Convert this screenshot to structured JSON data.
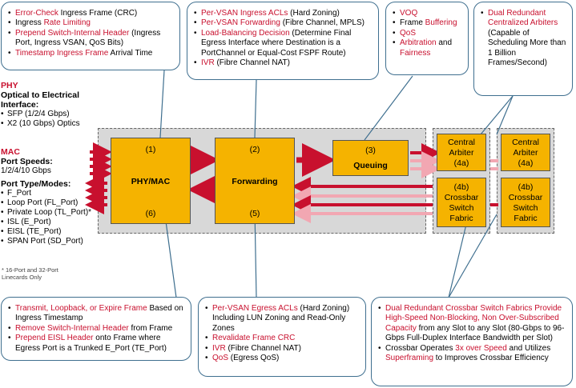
{
  "colors": {
    "accent_red": "#c8102e",
    "box_yellow": "#f5b300",
    "callout_border": "#3f6f8f",
    "grey_panel": "#d8d8d8"
  },
  "callouts": {
    "top1": [
      [
        {
          "t": "Error-Check",
          "r": true
        },
        {
          "t": " Ingress Frame (CRC)",
          "r": false
        }
      ],
      [
        {
          "t": "Ingress ",
          "r": false
        },
        {
          "t": "Rate Limiting",
          "r": true
        }
      ],
      [
        {
          "t": "Prepend Switch-Internal Header",
          "r": true
        },
        {
          "t": " (Ingress Port, Ingress VSAN, QoS Bits)",
          "r": false
        }
      ],
      [
        {
          "t": "Timestamp Ingress Frame",
          "r": true
        },
        {
          "t": " Arrival Time",
          "r": false
        }
      ]
    ],
    "top2": [
      [
        {
          "t": "Per-VSAN Ingress ACLs",
          "r": true
        },
        {
          "t": " (Hard Zoning)",
          "r": false
        }
      ],
      [
        {
          "t": "Per-VSAN Forwarding",
          "r": true
        },
        {
          "t": " (Fibre Channel, MPLS)",
          "r": false
        }
      ],
      [
        {
          "t": "Load-Balancing Decision",
          "r": true
        },
        {
          "t": " (Determine Final Egress Interface where Destination is a PortChannel or Equal-Cost FSPF Route)",
          "r": false
        }
      ],
      [
        {
          "t": "IVR",
          "r": true
        },
        {
          "t": " (Fibre Channel NAT)",
          "r": false
        }
      ]
    ],
    "top3": [
      [
        {
          "t": "VOQ",
          "r": true
        }
      ],
      [
        {
          "t": "Frame ",
          "r": false
        },
        {
          "t": "Buffering",
          "r": true
        }
      ],
      [
        {
          "t": "QoS",
          "r": true
        }
      ],
      [
        {
          "t": "Arbitration",
          "r": true
        },
        {
          "t": " and ",
          "r": false
        },
        {
          "t": "Fairness",
          "r": true
        }
      ]
    ],
    "top4": [
      [
        {
          "t": "Dual Redundant Centralized Arbiters",
          "r": true
        },
        {
          "t": " (Capable of Scheduling More than 1 Billion Frames/Second)",
          "r": false
        }
      ]
    ],
    "bottom1": [
      [
        {
          "t": "Transmit, Loopback, or Expire Frame",
          "r": true
        },
        {
          "t": " Based on Ingress Timestamp",
          "r": false
        }
      ],
      [
        {
          "t": "Remove Switch-Internal Header",
          "r": true
        },
        {
          "t": " from Frame",
          "r": false
        }
      ],
      [
        {
          "t": "Prepend EISL Header",
          "r": true
        },
        {
          "t": " onto Frame where Egress Port is a Trunked E_Port (TE_Port)",
          "r": false
        }
      ]
    ],
    "bottom2": [
      [
        {
          "t": "Per-VSAN Egress ACLs",
          "r": true
        },
        {
          "t": " (Hard Zoning) Including LUN Zoning and Read-Only Zones",
          "r": false
        }
      ],
      [
        {
          "t": "Revalidate Frame CRC",
          "r": true
        }
      ],
      [
        {
          "t": "IVR",
          "r": true
        },
        {
          "t": " (Fibre Channel NAT)",
          "r": false
        }
      ],
      [
        {
          "t": "QoS",
          "r": true
        },
        {
          "t": " (Egress QoS)",
          "r": false
        }
      ]
    ],
    "bottom3": [
      [
        {
          "t": "Dual Redundant Crossbar Switch Fabrics Provide High-Speed Non-Blocking, Non Over-Subscribed Capacity",
          "r": true
        },
        {
          "t": " from any Slot to any Slot (80-Gbps to 96-Gbps Full-Duplex Interface Bandwidth per Slot)",
          "r": false
        }
      ],
      [
        {
          "t": "Crossbar Operates ",
          "r": false
        },
        {
          "t": "3x over Speed",
          "r": true
        },
        {
          "t": " and Utilizes ",
          "r": false
        },
        {
          "t": "Superframing",
          "r": true
        },
        {
          "t": " to Improves Crossbar Efficiency",
          "r": false
        }
      ]
    ]
  },
  "left_text": {
    "phy_label": "PHY",
    "phy_desc": "Optical to Electrical Interface:",
    "phy_items": [
      "SFP (1/2/4 Gbps)",
      "X2 (10 Gbps) Optics"
    ],
    "mac_label": "MAC",
    "port_speeds_label": "Port Speeds:",
    "port_speeds_value": "1/2/4/10 Gbps",
    "port_types_label": "Port Type/Modes:",
    "port_types": [
      "F_Port",
      "Loop Port (FL_Port)",
      "Private Loop (TL_Port)*",
      "ISL (E_Port)",
      "EISL (TE_Port)",
      "SPAN Port (SD_Port)"
    ],
    "footnote": "* 16-Port and 32-Port Linecards Only"
  },
  "blocks": {
    "phymac": {
      "num_top": "(1)",
      "label": "PHY/MAC",
      "num_bottom": "(6)"
    },
    "forwarding": {
      "num_top": "(2)",
      "label": "Forwarding",
      "num_bottom": "(5)"
    },
    "queuing": {
      "num": "(3)",
      "label": "Queuing"
    },
    "arbiter_a": {
      "label": "Central Arbiter",
      "num": "(4a)"
    },
    "fabric_a": {
      "num": "(4b)",
      "label": "Crossbar Switch Fabric"
    },
    "arbiter_b": {
      "label": "Central Arbiter",
      "num": "(4a)"
    },
    "fabric_b": {
      "num": "(4b)",
      "label": "Crossbar Switch Fabric"
    }
  }
}
